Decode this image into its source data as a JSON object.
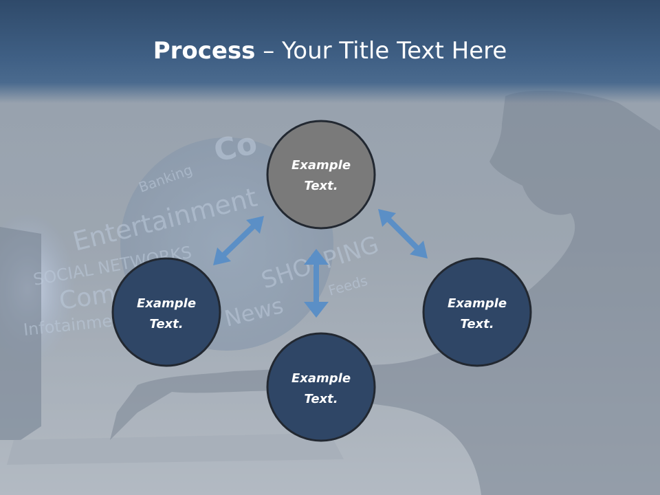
{
  "slide": {
    "title_bold": "Process",
    "title_rest": " – Your Title Text Here"
  },
  "background": {
    "words": [
      "Banking",
      "Entertainment",
      "Co",
      "SOCIAL NETWORKS",
      "Comm",
      "Infotainment",
      "SHOPPING",
      "News",
      "Feeds"
    ]
  },
  "diagram": {
    "nodes": [
      {
        "id": "top",
        "line1": "Example",
        "line2": "Text.",
        "fill": "#7a7a7a"
      },
      {
        "id": "left",
        "line1": "Example",
        "line2": "Text.",
        "fill": "#2f4666"
      },
      {
        "id": "right",
        "line1": "Example",
        "line2": "Text.",
        "fill": "#2f4666"
      },
      {
        "id": "bottom",
        "line1": "Example",
        "line2": "Text.",
        "fill": "#2f4666"
      }
    ],
    "arrow_color": "#5b8fc6",
    "node_border_color": "#222831"
  }
}
